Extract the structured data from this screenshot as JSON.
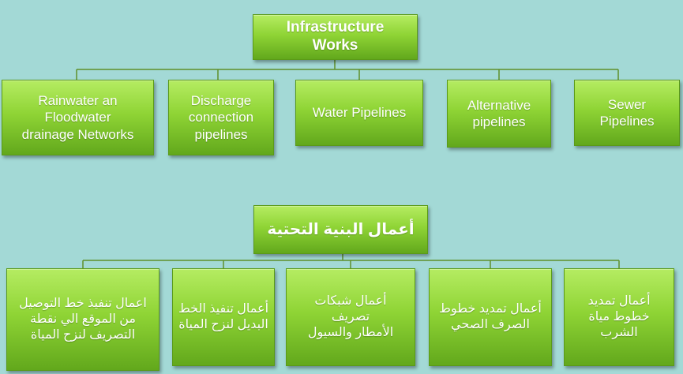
{
  "english_tree": {
    "root": {
      "line1": "Infrastructure",
      "line2": "Works"
    },
    "children": [
      [
        "Rainwater an",
        "Floodwater",
        "drainage Networks"
      ],
      [
        "Discharge",
        "connection",
        "pipelines"
      ],
      [
        "Water Pipelines"
      ],
      [
        "Alternative",
        "pipelines"
      ],
      [
        "Sewer",
        "Pipelines"
      ]
    ]
  },
  "arabic_tree": {
    "root": "أعمال البنية التحتية",
    "children": [
      [
        "اعمال تنفيذ خط التوصيل",
        "من الموقع الي نقطة",
        "التصريف لنزح المياة"
      ],
      [
        "أعمال تنفيذ الخط",
        "البديل لنزح المياة"
      ],
      [
        "أعمال شبكات",
        "تصريف",
        "الأمطار والسيول"
      ],
      [
        "أعمال تمديد خطوط",
        "الصرف الصحي"
      ],
      [
        "أعمال تمديد",
        "خطوط مياة",
        "الشرب"
      ]
    ]
  },
  "colors": {
    "background": "#a3d9d6",
    "box_top": "#b5ec62",
    "box_bottom": "#62a81c",
    "connector": "#5f8f2a",
    "text": "#ffffff"
  }
}
